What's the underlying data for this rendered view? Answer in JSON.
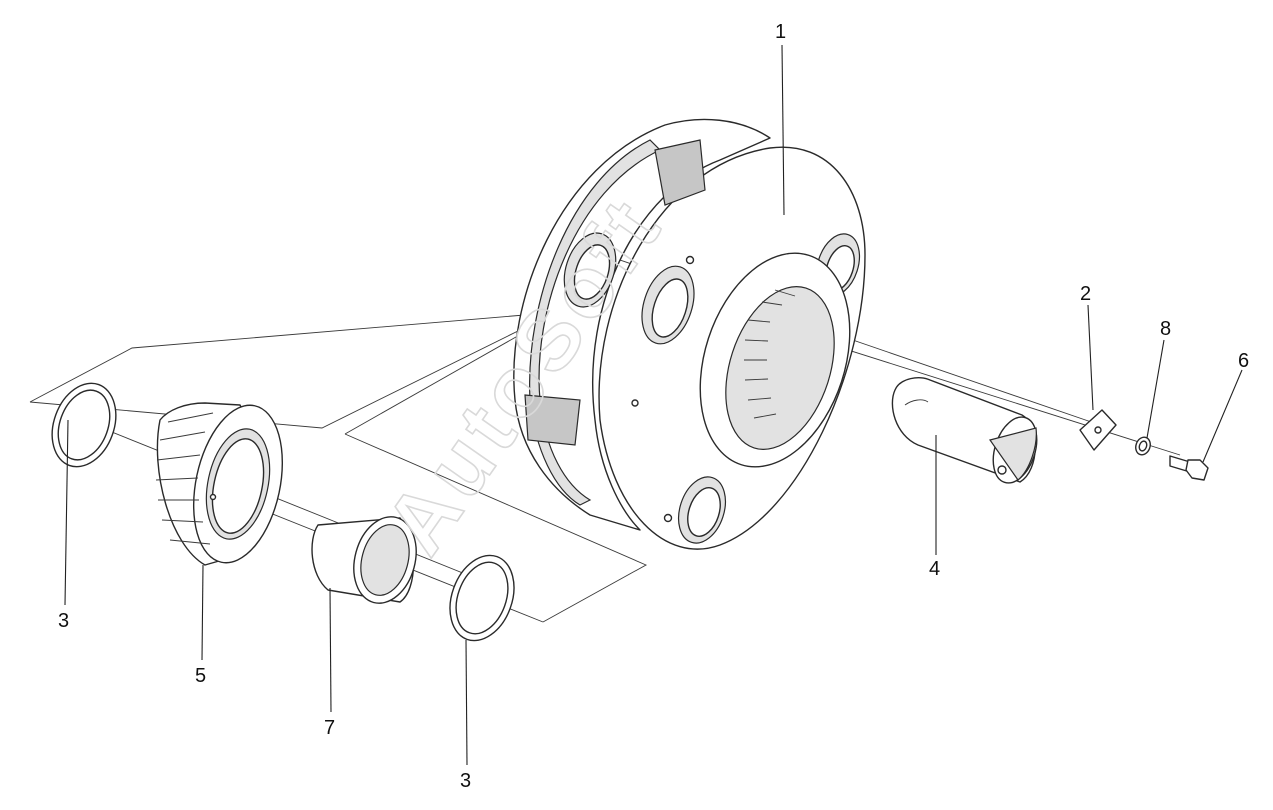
{
  "watermark": "AutoSoft",
  "callouts": [
    {
      "id": "c1",
      "label": "1"
    },
    {
      "id": "c2",
      "label": "2"
    },
    {
      "id": "c8",
      "label": "8"
    },
    {
      "id": "c6",
      "label": "6"
    },
    {
      "id": "c4",
      "label": "4"
    },
    {
      "id": "c3a",
      "label": "3"
    },
    {
      "id": "c5",
      "label": "5"
    },
    {
      "id": "c7",
      "label": "7"
    },
    {
      "id": "c3b",
      "label": "3"
    }
  ],
  "colors": {
    "line": "#2a2a2a",
    "shade": "#e2e2e2",
    "watermark": "#d9d9d9"
  }
}
